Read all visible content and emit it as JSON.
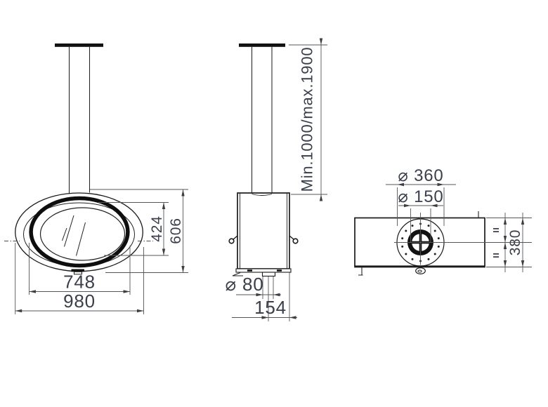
{
  "drawing": {
    "front": {
      "opening_width": "748",
      "overall_width": "980",
      "opening_height": "424",
      "overall_height": "606"
    },
    "side": {
      "suspension_range": "Min.1000/max.1900",
      "outlet_diameter": "⌀ 80",
      "outlet_offset": "154"
    },
    "top": {
      "ceiling_plate_diameter": "⌀ 360",
      "flue_diameter": "⌀ 150",
      "depth": "380",
      "equal_mark_upper": "=",
      "equal_mark_lower": "="
    }
  }
}
